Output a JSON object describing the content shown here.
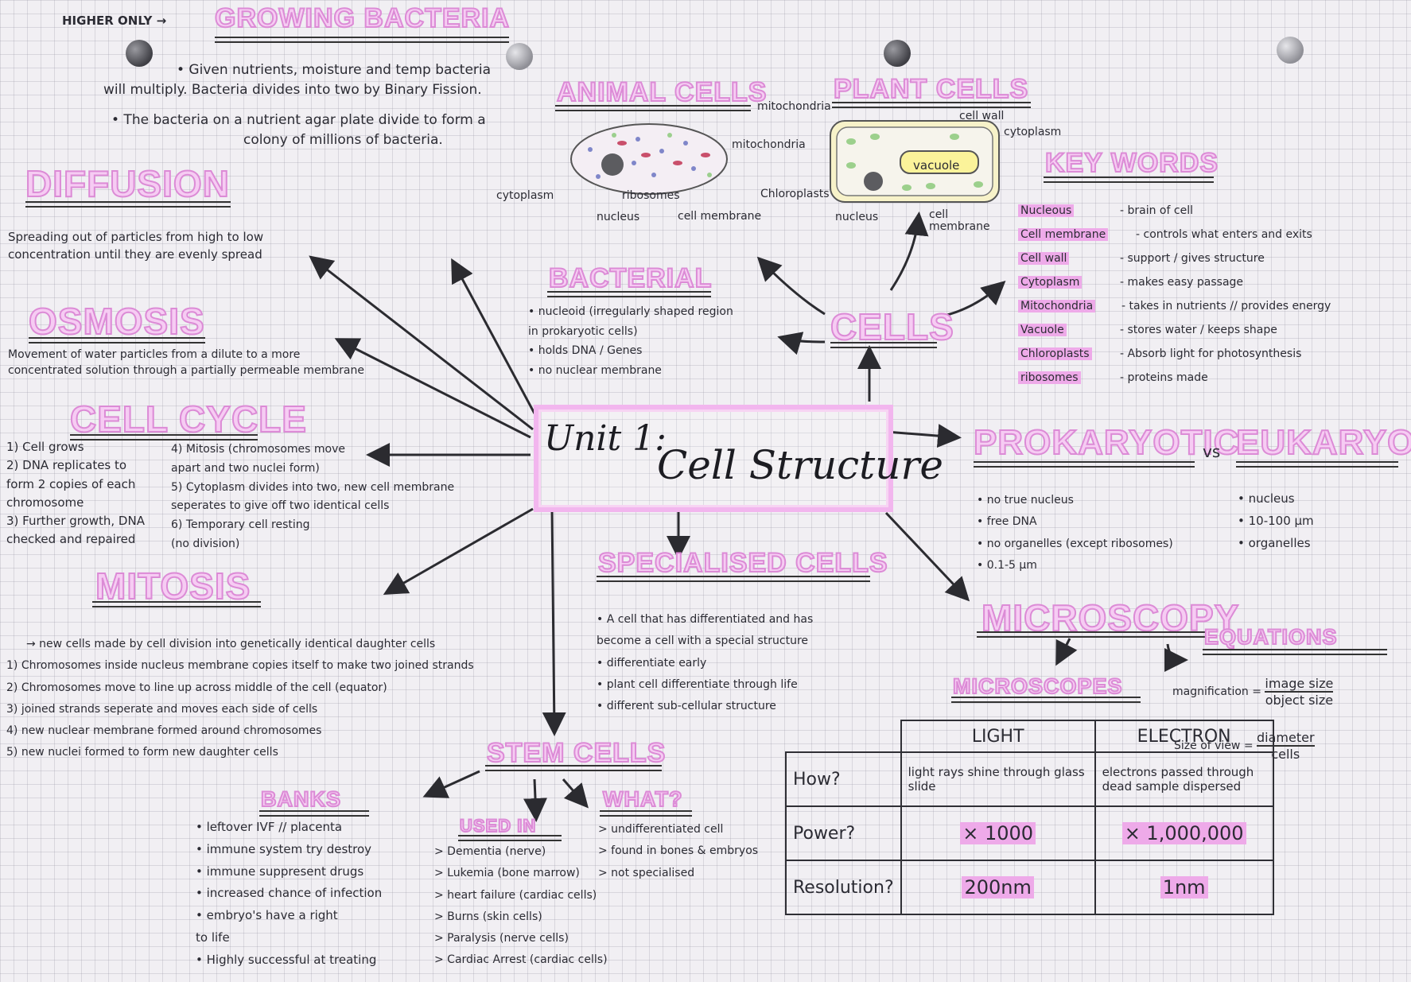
{
  "header": {
    "higher_only": "HIGHER ONLY →",
    "growing_bacteria_title": "GROWING BACTERIA",
    "growing_bacteria_lines": [
      "• Given nutrients, moisture and temp bacteria",
      "will multiply. Bacteria divides into two by Binary Fission.",
      "• The bacteria on a nutrient agar plate divide to form a",
      "colony of millions of bacteria."
    ]
  },
  "center": {
    "label_a": "Unit 1:",
    "label_b": "Cell Structure"
  },
  "diffusion": {
    "title": "DIFFUSION",
    "lines": [
      "Spreading out of particles from high to low",
      "concentration until they are evenly spread"
    ]
  },
  "osmosis": {
    "title": "OSMOSIS",
    "lines": [
      "Movement of water particles from a dilute to a more",
      "concentrated solution through a partially permeable membrane"
    ]
  },
  "cell_cycle": {
    "title": "CELL CYCLE",
    "left": [
      "1) Cell grows",
      "2) DNA replicates to",
      "form 2 copies of each",
      "chromosome",
      "3) Further growth, DNA",
      "checked and repaired"
    ],
    "right": [
      "4) Mitosis (chromosomes move",
      "apart and two nuclei form)",
      "5) Cytoplasm divides into two, new cell membrane",
      "seperates to give off two identical cells",
      "6) Temporary cell resting",
      "(no division)"
    ]
  },
  "mitosis": {
    "title": "MITOSIS",
    "lines": [
      "→ new cells made by cell division into genetically identical daughter cells",
      "1) Chromosomes inside nucleus membrane copies itself to make two joined strands",
      "2) Chromosomes move to line up across middle of the cell (equator)",
      "3) joined strands seperate and moves each side of cells",
      "4) new nuclear membrane formed around chromosomes",
      "5) new nuclei formed to form new daughter cells"
    ]
  },
  "animal_cells": {
    "title": "ANIMAL CELLS",
    "labels": {
      "mitochondria": "mitochondria",
      "cytoplasm": "cytoplasm",
      "ribosomes": "ribosomes",
      "nucleus": "nucleus",
      "cell_membrane": "cell membrane"
    }
  },
  "plant_cells": {
    "title": "PLANT CELLS",
    "labels": {
      "mitochondria": "mitochondria",
      "cell_wall": "cell wall",
      "cytoplasm": "cytoplasm",
      "vacuole": "vacuole",
      "chloroplasts": "Chloroplasts",
      "nucleus": "nucleus",
      "cell_membrane": "cell membrane"
    }
  },
  "bacterial": {
    "title": "BACTERIAL",
    "lines": [
      "• nucleoid (irregularly shaped region",
      "in prokaryotic cells)",
      "• holds DNA / Genes",
      "• no nuclear membrane"
    ]
  },
  "cells": {
    "title": "CELLS"
  },
  "key_words": {
    "title": "KEY WORDS",
    "rows": [
      {
        "term": "Nucleous",
        "def": "- brain of cell"
      },
      {
        "term": "Cell membrane",
        "def": "- controls what enters and exits"
      },
      {
        "term": "Cell wall",
        "def": "- support / gives structure"
      },
      {
        "term": "Cytoplasm",
        "def": "- makes easy passage"
      },
      {
        "term": "Mitochondria",
        "def": "- takes in nutrients // provides energy"
      },
      {
        "term": "Vacuole",
        "def": "- stores water / keeps shape"
      },
      {
        "term": "Chloroplasts",
        "def": "- Absorb light for photosynthesis"
      },
      {
        "term": "ribosomes",
        "def": "- proteins made"
      }
    ]
  },
  "prokaryotic": {
    "title": "PROKARYOTIC",
    "vs": "vs",
    "lines": [
      "• no true nucleus",
      "• free DNA",
      "• no organelles (except ribosomes)",
      "• 0.1-5 μm"
    ]
  },
  "eukaryotic": {
    "title": "EUKARYOTIC",
    "lines": [
      "• nucleus",
      "• 10-100 μm",
      "• organelles"
    ]
  },
  "specialised": {
    "title": "SPECIALISED CELLS",
    "lines": [
      "• A cell that has differentiated and has",
      "become a cell with a special structure",
      "• differentiate early",
      "• plant cell differentiate through life",
      "• different sub-cellular structure"
    ]
  },
  "microscopy": {
    "title": "MICROSCOPY",
    "microscopes_title": "MICROSCOPES",
    "equations_title": "EQUATIONS",
    "magnification_label": "magnification =",
    "image_size": "image size",
    "object_size": "object size",
    "size_of_view_label": "Size of view =",
    "diameter": "diameter",
    "cells_word": "cells",
    "table": {
      "headers": [
        "LIGHT",
        "ELECTRON"
      ],
      "rows": [
        {
          "label": "How?",
          "light": "light rays shine through glass slide",
          "electron": "electrons passed through dead sample dispersed"
        },
        {
          "label": "Power?",
          "light": "× 1000",
          "electron": "× 1,000,000"
        },
        {
          "label": "Resolution?",
          "light": "200nm",
          "electron": "1nm"
        }
      ]
    }
  },
  "stem_cells": {
    "title": "STEM CELLS",
    "banks_title": "BANKS",
    "banks": [
      "• leftover IVF // placenta",
      "• immune system try destroy",
      "• immune suppresent drugs",
      "• increased chance of infection",
      "• embryo's have a right",
      "to life",
      "• Highly successful at treating"
    ],
    "used_in_title": "USED IN",
    "used_in": [
      "> Dementia (nerve)",
      "> Lukemia (bone marrow)",
      "> heart failure (cardiac cells)",
      "> Burns (skin cells)",
      "> Paralysis (nerve cells)",
      "> Cardiac Arrest (cardiac cells)"
    ],
    "what_title": "WHAT?",
    "what": [
      "> undifferentiated cell",
      "> found in bones & embryos",
      "> not specialised"
    ]
  }
}
